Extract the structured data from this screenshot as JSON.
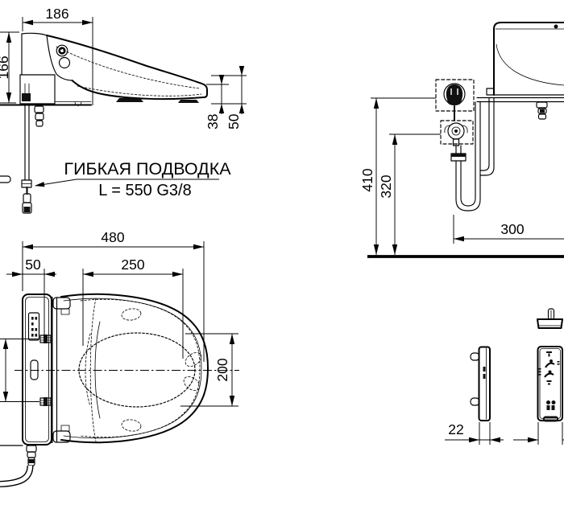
{
  "drawing": {
    "background": "#ffffff",
    "line_color": "#000000",
    "side_view": {
      "dim_width": "186",
      "dim_height": "166",
      "dim_lip_height": "38",
      "dim_front_height": "50"
    },
    "hose_note": {
      "title": "ГИБКАЯ ПОДВОДКА",
      "spec": "L = 550 G3/8"
    },
    "plan_view": {
      "dim_overall_width": "480",
      "dim_unit_width": "50",
      "dim_bowl_offset": "250",
      "dim_bowl_width": "200"
    },
    "rear_view": {
      "dim_outlet_height": "410",
      "dim_valve_height": "320",
      "dim_hose_offset": "300"
    },
    "remote_view": {
      "dim_depth": "22"
    }
  }
}
